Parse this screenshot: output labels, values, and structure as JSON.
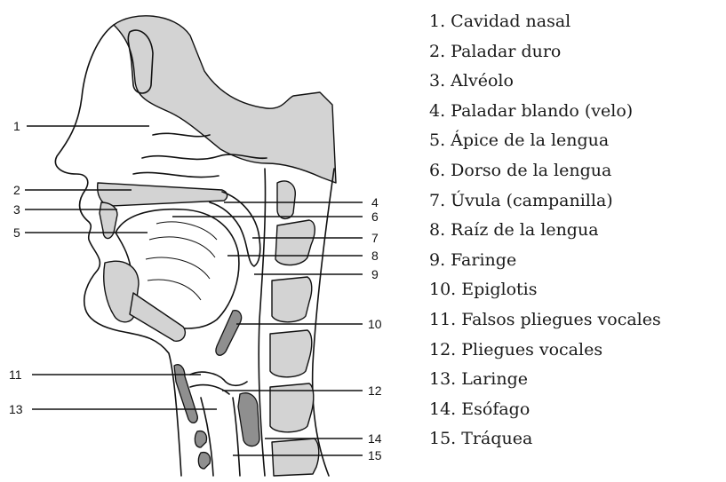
{
  "legend": [
    "1. Cavidad nasal",
    "2. Paladar duro",
    "3. Alvéolo",
    "4. Paladar blando (velo)",
    "5. Ápice de la lengua",
    "6. Dorso de la lengua",
    "7. Úvula (campanilla)",
    "8. Raíz de la lengua",
    "9. Faringe",
    "10. Epiglotis",
    "11. Falsos pliegues vocales",
    "12. Pliegues vocales",
    "13. Laringe",
    "14. Esófago",
    "15. Tráquea"
  ],
  "callouts": [
    "1",
    "2",
    "3",
    "4",
    "5",
    "6",
    "7",
    "8",
    "9",
    "10",
    "11",
    "12",
    "13",
    "14",
    "15"
  ]
}
